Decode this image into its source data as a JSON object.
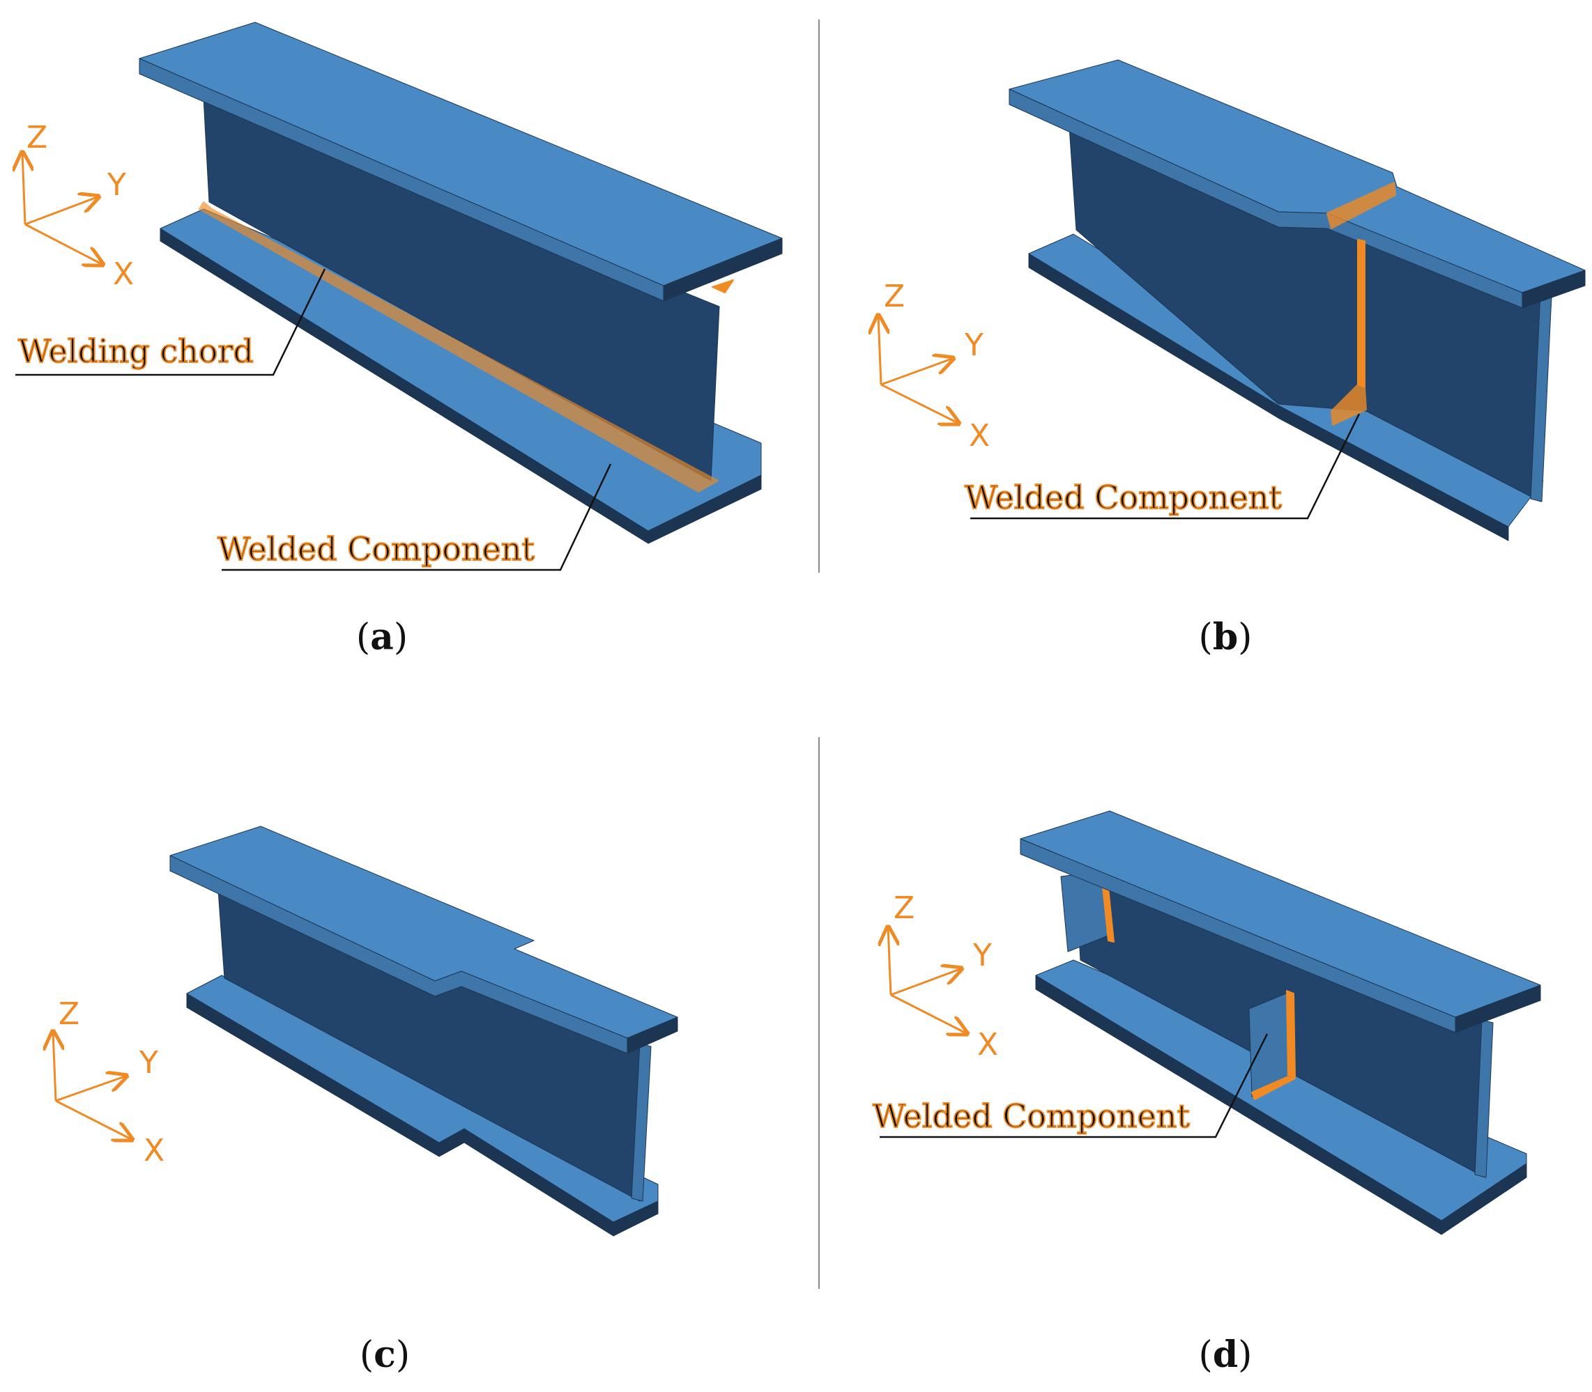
{
  "colors": {
    "steel_light": "#4a8ac4",
    "steel_mid": "#3f76aa",
    "steel_dark": "#22446a",
    "steel_edge": "#1b3553",
    "weld_orange": "#f08a24",
    "divider": "#888888",
    "text": "#111111"
  },
  "axes": {
    "x": "X",
    "y": "Y",
    "z": "Z"
  },
  "panels": [
    {
      "id": "a",
      "caption": {
        "open": "(",
        "letter": "a",
        "close": ")"
      },
      "callouts": [
        "Welding chord",
        "Welded Component"
      ]
    },
    {
      "id": "b",
      "caption": {
        "open": "(",
        "letter": "b",
        "close": ")"
      },
      "callouts": [
        "Welded Component"
      ]
    },
    {
      "id": "c",
      "caption": {
        "open": "(",
        "letter": "c",
        "close": ")"
      },
      "callouts": []
    },
    {
      "id": "d",
      "caption": {
        "open": "(",
        "letter": "d",
        "close": ")"
      },
      "callouts": [
        "Welded Component"
      ]
    }
  ]
}
